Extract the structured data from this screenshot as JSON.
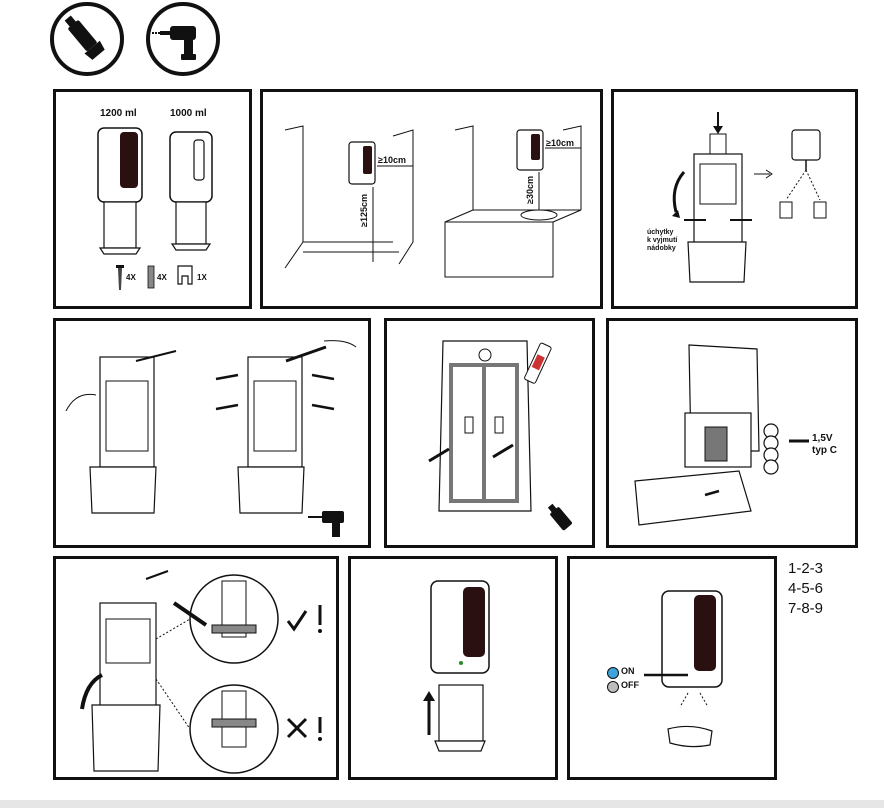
{
  "panel1": {
    "label_1200": "1200 ml",
    "label_1000": "1000 ml",
    "screws": "4X",
    "anchors": "4X",
    "bracket": "1X"
  },
  "panel2": {
    "dim_side": "≥10cm",
    "dim_height": "≥125cm",
    "dim_side2": "≥10cm",
    "dim_above": "≥30cm"
  },
  "panel3": {
    "handles_label_1": "úchytky",
    "handles_label_2": "k vyjmutí",
    "handles_label_3": "nádobky"
  },
  "panel6": {
    "battery_voltage": "1,5V",
    "battery_type": "typ C"
  },
  "panel9": {
    "on_label": "ON",
    "off_label": "OFF",
    "on_color": "#3ea4dc",
    "off_color": "#bdbdbd"
  },
  "sequence": [
    "1-2-3",
    "4-5-6",
    "7-8-9"
  ]
}
